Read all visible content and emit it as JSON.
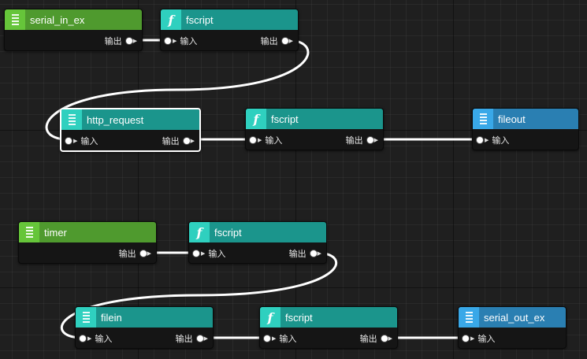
{
  "graph": {
    "nodes": [
      {
        "id": "n1",
        "title": "serial_in_ex",
        "color": "green",
        "icon": "list-icon",
        "input_label": null,
        "output_label": "输出"
      },
      {
        "id": "n2",
        "title": "fscript",
        "color": "teal",
        "icon": "function-icon",
        "input_label": "输入",
        "output_label": "输出"
      },
      {
        "id": "n3",
        "title": "http_request",
        "color": "teal",
        "icon": "list-icon",
        "input_label": "输入",
        "output_label": "输出",
        "selected": true
      },
      {
        "id": "n4",
        "title": "fscript",
        "color": "teal",
        "icon": "function-icon",
        "input_label": "输入",
        "output_label": "输出"
      },
      {
        "id": "n5",
        "title": "fileout",
        "color": "blue",
        "icon": "list-icon",
        "input_label": "输入",
        "output_label": null
      },
      {
        "id": "n6",
        "title": "timer",
        "color": "green",
        "icon": "list-icon",
        "input_label": null,
        "output_label": "输出"
      },
      {
        "id": "n7",
        "title": "fscript",
        "color": "teal",
        "icon": "function-icon",
        "input_label": "输入",
        "output_label": "输出"
      },
      {
        "id": "n8",
        "title": "filein",
        "color": "teal",
        "icon": "list-icon",
        "input_label": "输入",
        "output_label": "输出"
      },
      {
        "id": "n9",
        "title": "fscript",
        "color": "teal",
        "icon": "function-icon",
        "input_label": "输入",
        "output_label": "输出"
      },
      {
        "id": "n10",
        "title": "serial_out_ex",
        "color": "blue",
        "icon": "list-icon",
        "input_label": "输入",
        "output_label": null
      }
    ],
    "connections": [
      [
        "n1",
        "n2"
      ],
      [
        "n2",
        "n3"
      ],
      [
        "n3",
        "n4"
      ],
      [
        "n4",
        "n5"
      ],
      [
        "n6",
        "n7"
      ],
      [
        "n7",
        "n8"
      ],
      [
        "n8",
        "n9"
      ],
      [
        "n9",
        "n10"
      ]
    ]
  }
}
